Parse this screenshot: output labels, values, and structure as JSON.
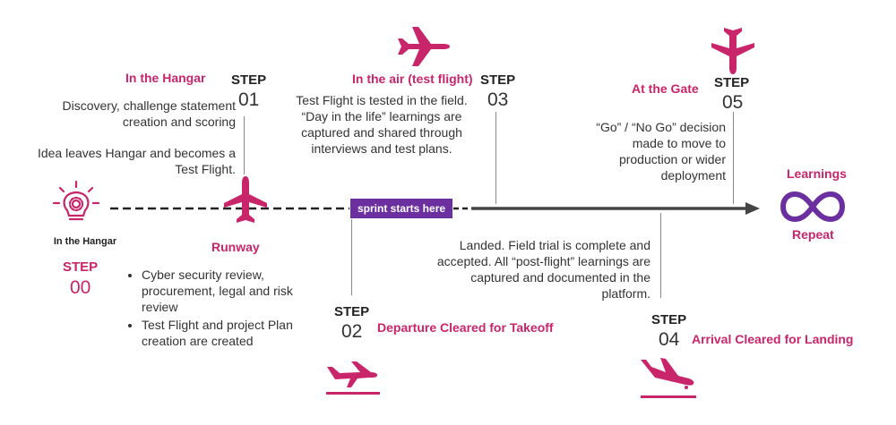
{
  "stage00": {
    "icon_caption": "In the Hangar",
    "step_label": "STEP",
    "step_number": "00"
  },
  "stage01": {
    "title": "In the Hangar",
    "step_label": "STEP",
    "step_number": "01",
    "desc1": "Discovery, challenge statement creation and scoring",
    "desc2": "Idea leaves Hangar and becomes a Test Flight."
  },
  "runway": {
    "title": "Runway",
    "bullets": [
      "Cyber security review, procurement, legal and risk review",
      "Test Flight and project Plan creation are created"
    ]
  },
  "stage02": {
    "step_label": "STEP",
    "step_number": "02",
    "title": "Departure Cleared for Takeoff"
  },
  "badge": {
    "text": "sprint starts here"
  },
  "stage03": {
    "title": "In the air (test flight)",
    "step_label": "STEP",
    "step_number": "03",
    "desc": "Test Flight is tested in the field. “Day in the life” learnings are captured and shared through interviews and test plans."
  },
  "stage04": {
    "step_label": "STEP",
    "step_number": "04",
    "title": "Arrival Cleared for Landing",
    "desc": "Landed. Field trial is complete and accepted. All “post-flight” learnings are captured and documented in the platform."
  },
  "stage05": {
    "title": "At the Gate",
    "step_label": "STEP",
    "step_number": "05",
    "desc": "“Go” / “No Go” decision made to move to production or wider deployment"
  },
  "end": {
    "top_label": "Learnings",
    "bottom_label": "Repeat"
  },
  "colors": {
    "accent": "#c8256a",
    "purple": "#6b2fa0",
    "line": "#444444"
  }
}
